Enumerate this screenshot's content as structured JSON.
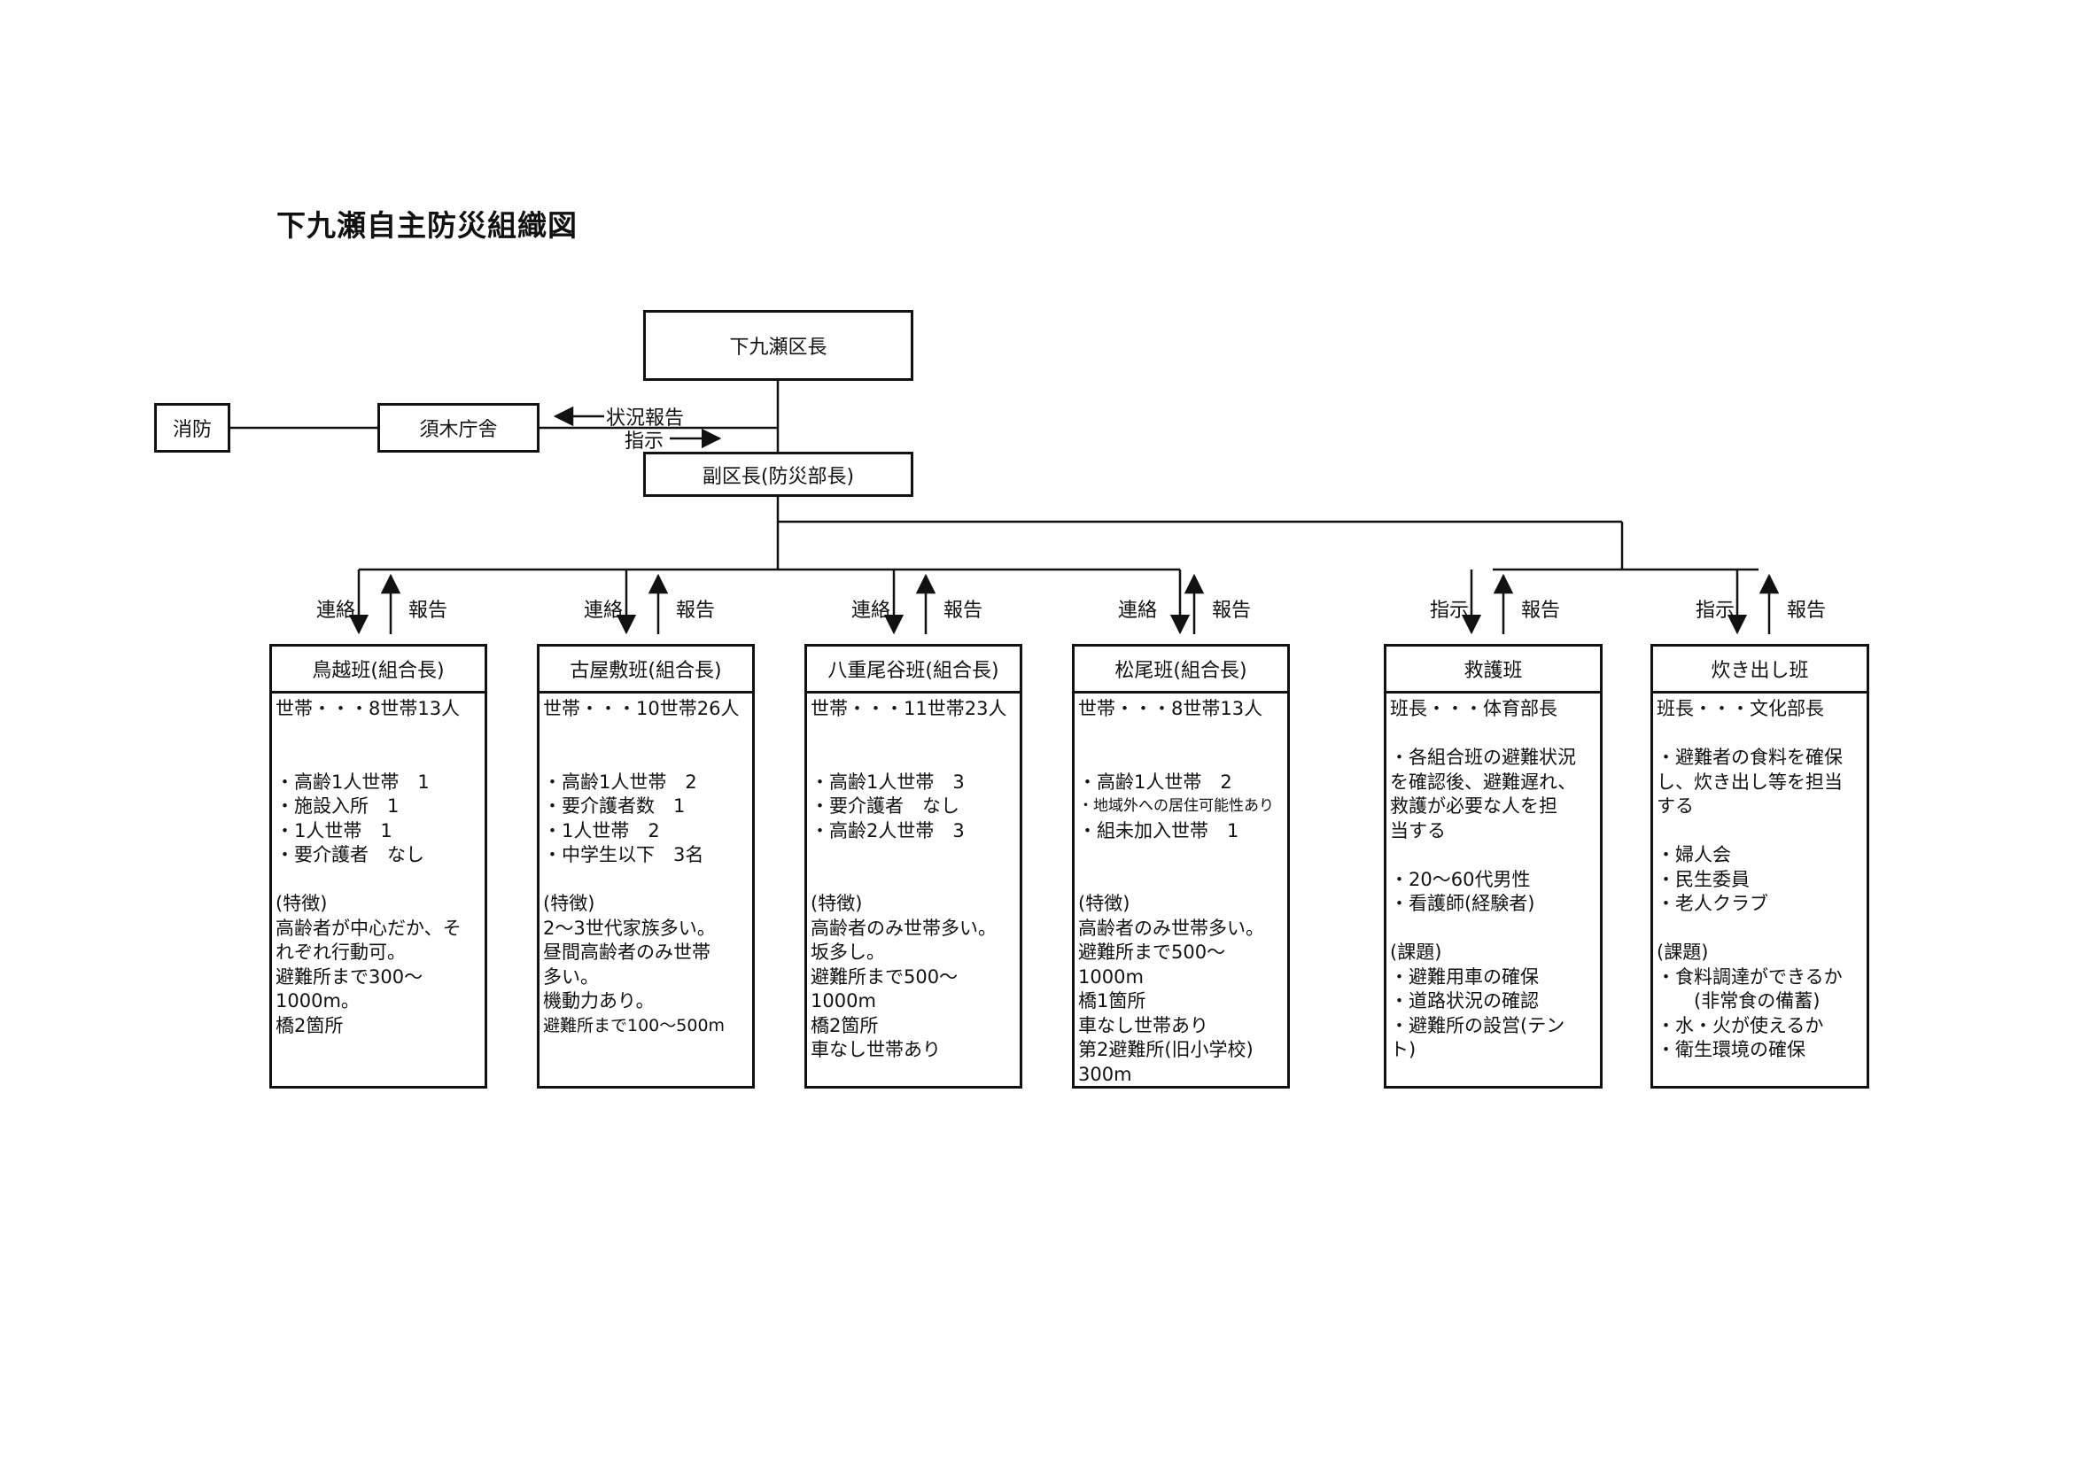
{
  "title": "下九瀬自主防災組織図",
  "top": {
    "head": "下九瀬区長",
    "deputy": "副区長(防災部長)",
    "office": "須木庁舎",
    "fire": "消防",
    "status_report": "状況報告",
    "instruction": "指示"
  },
  "links": {
    "renraku": "連絡",
    "houkoku": "報告",
    "shiji": "指示"
  },
  "units": [
    {
      "title": "鳥越班(組合長)",
      "lines": [
        "世帯・・・8世帯13人",
        "",
        "",
        "・高齢1人世帯　1",
        "・施設入所　1",
        "・1人世帯　1",
        "・要介護者　なし",
        "",
        "(特徴)",
        "高齢者が中心だか、そ",
        "れぞれ行動可。",
        "避難所まで300～",
        "1000m。",
        "橋2箇所"
      ]
    },
    {
      "title": "古屋敷班(組合長)",
      "lines": [
        "世帯・・・10世帯26人",
        "",
        "",
        "・高齢1人世帯　2",
        "・要介護者数　1",
        "・1人世帯　2",
        "・中学生以下　3名",
        "",
        "(特徴)",
        "2～3世代家族多い。",
        "昼間高齢者のみ世帯",
        "多い。",
        "機動力あり。",
        "避難所まで100～500m"
      ]
    },
    {
      "title": "八重尾谷班(組合長)",
      "lines": [
        "世帯・・・11世帯23人",
        "",
        "",
        "・高齢1人世帯　3",
        "・要介護者　なし",
        "・高齢2人世帯　3",
        "",
        "",
        "(特徴)",
        "高齢者のみ世帯多い。",
        "坂多し。",
        "避難所まで500～",
        "1000m",
        "橋2箇所",
        "車なし世帯あり"
      ]
    },
    {
      "title": "松尾班(組合長)",
      "lines": [
        "世帯・・・8世帯13人",
        "",
        "",
        "・高齢1人世帯　2",
        "・地域外への居住可能性あり",
        "・組未加入世帯　1",
        "",
        "",
        "(特徴)",
        "高齢者のみ世帯多い。",
        "避難所まで500～",
        "1000m",
        "橋1箇所",
        "車なし世帯あり",
        "第2避難所(旧小学校)",
        "300m"
      ]
    },
    {
      "title": "救護班",
      "lines": [
        "班長・・・体育部長",
        "",
        "・各組合班の避難状況",
        "を確認後、避難遅れ、",
        "救護が必要な人を担",
        "当する",
        "",
        "・20～60代男性",
        "・看護師(経験者)",
        "",
        "(課題)",
        "・避難用車の確保",
        "・道路状況の確認",
        "・避難所の設営(テン",
        "ト)"
      ]
    },
    {
      "title": "炊き出し班",
      "lines": [
        "班長・・・文化部長",
        "",
        "・避難者の食料を確保",
        "し、炊き出し等を担当",
        "する",
        "",
        "・婦人会",
        "・民生委員",
        "・老人クラブ",
        "",
        "(課題)",
        "・食料調達ができるか",
        "　　(非常食の備蓄)",
        "・水・火が使えるか",
        "・衛生環境の確保"
      ]
    }
  ]
}
